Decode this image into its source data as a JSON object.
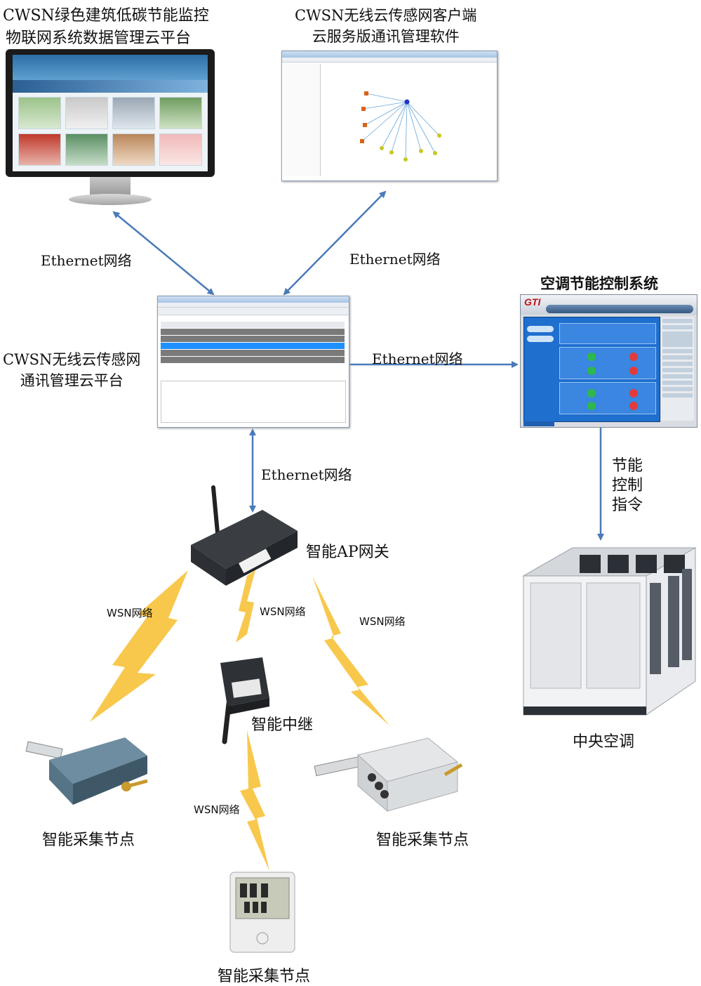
{
  "labels": {
    "cloud_platform_title": [
      "CWSN绿色建筑低碳节能监控",
      "物联网系统数据管理云平台"
    ],
    "client_software_title": [
      "CWSN无线云传感网客户端",
      "云服务版通讯管理软件"
    ],
    "management_platform": [
      "CWSN无线云传感网",
      "通讯管理云平台"
    ],
    "hvac_control_system": "空调节能控制系统",
    "ap_gateway": "智能AP网关",
    "relay": "智能中继",
    "collector_left": "智能采集节点",
    "collector_right": "智能采集节点",
    "collector_bottom": "智能采集节点",
    "central_ac": "中央空调",
    "energy_command": [
      "节能",
      "控制",
      "指令"
    ]
  },
  "links": {
    "eth_monitor": "Ethernet网络",
    "eth_client": "Ethernet网络",
    "eth_hvac": "Ethernet网络",
    "eth_gateway": "Ethernet网络",
    "wsn_left": "WSN网络",
    "wsn_relay": "WSN网络",
    "wsn_right": "WSN网络",
    "wsn_bottom": "WSN网络"
  },
  "screens": {
    "hvac_logo": "GTI"
  },
  "colors": {
    "arrow": "#4a7ab8",
    "lightning": "#f7c23a",
    "hvac_panel": "#1f6fcf",
    "selected_row": "#1e90ff"
  }
}
